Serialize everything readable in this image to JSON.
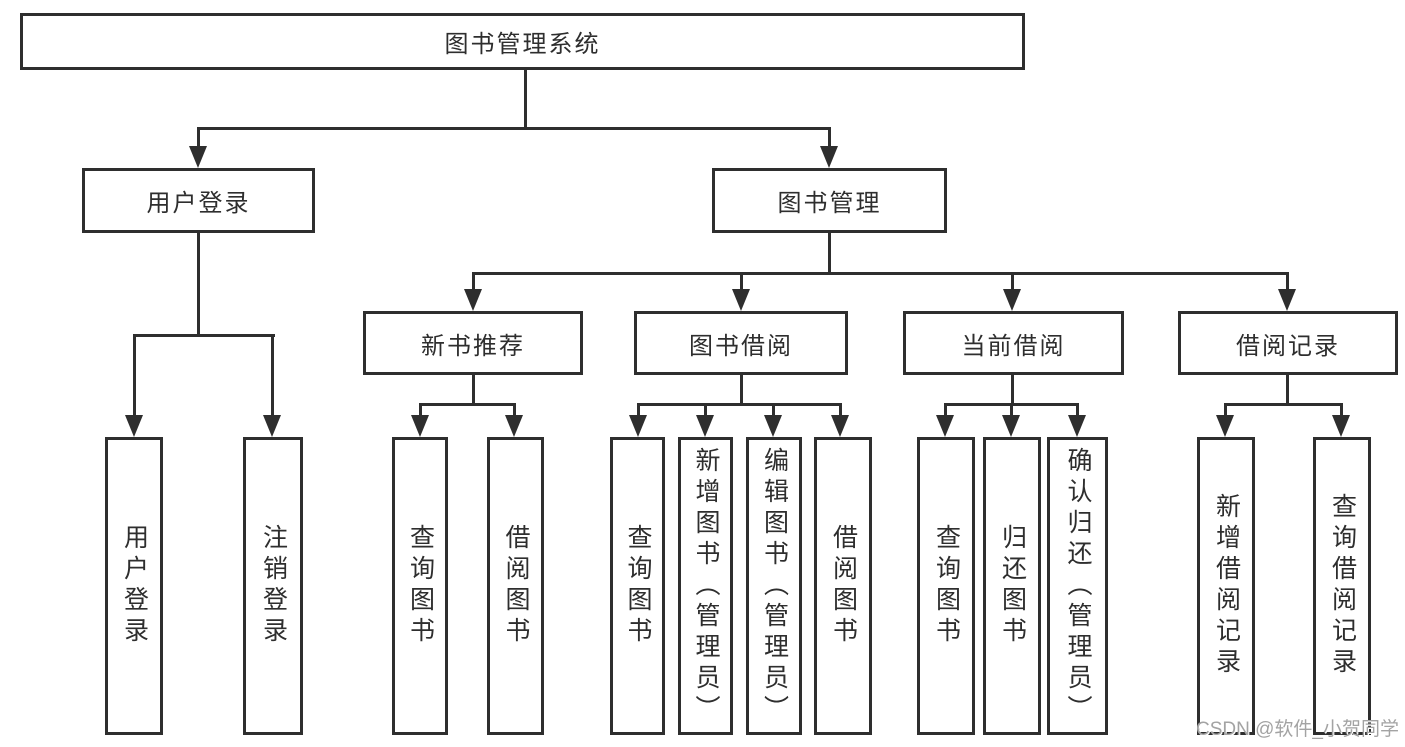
{
  "diagram_title": "图书管理系统",
  "watermark": "CSDN @软件_小贺同学",
  "colors": {
    "line": "#2e2e2e",
    "background": "#ffffff",
    "watermark": "#a3a3a3"
  },
  "nodes": {
    "root": {
      "label": "图书管理系统"
    },
    "user_login": {
      "label": "用户登录"
    },
    "book_mgmt": {
      "label": "图书管理"
    },
    "new_book_rec": {
      "label": "新书推荐"
    },
    "book_borrow": {
      "label": "图书借阅"
    },
    "current_borrow": {
      "label": "当前借阅"
    },
    "borrow_history": {
      "label": "借阅记录"
    },
    "leaf_user_login": {
      "label": "用户登录"
    },
    "leaf_logout": {
      "label": "注销登录"
    },
    "rec_query_book": {
      "label": "查询图书"
    },
    "rec_borrow_book": {
      "label": "借阅图书"
    },
    "bb_query_book": {
      "label": "查询图书"
    },
    "bb_add_book": {
      "label": "新增图书（管理员）"
    },
    "bb_edit_book": {
      "label": "编辑图书（管理员）"
    },
    "bb_borrow_book": {
      "label": "借阅图书"
    },
    "cb_query_book": {
      "label": "查询图书"
    },
    "cb_return_book": {
      "label": "归还图书"
    },
    "cb_confirm_return": {
      "label": "确认归还（管理员）"
    },
    "bh_add_record": {
      "label": "新增借阅记录"
    },
    "bh_query_record": {
      "label": "查询借阅记录"
    }
  },
  "hierarchy": {
    "root": "图书管理系统",
    "children": [
      {
        "label": "用户登录",
        "children": [
          "用户登录",
          "注销登录"
        ]
      },
      {
        "label": "图书管理",
        "children": [
          {
            "label": "新书推荐",
            "children": [
              "查询图书",
              "借阅图书"
            ]
          },
          {
            "label": "图书借阅",
            "children": [
              "查询图书",
              "新增图书（管理员）",
              "编辑图书（管理员）",
              "借阅图书"
            ]
          },
          {
            "label": "当前借阅",
            "children": [
              "查询图书",
              "归还图书",
              "确认归还（管理员）"
            ]
          },
          {
            "label": "借阅记录",
            "children": [
              "新增借阅记录",
              "查询借阅记录"
            ]
          }
        ]
      }
    ]
  }
}
